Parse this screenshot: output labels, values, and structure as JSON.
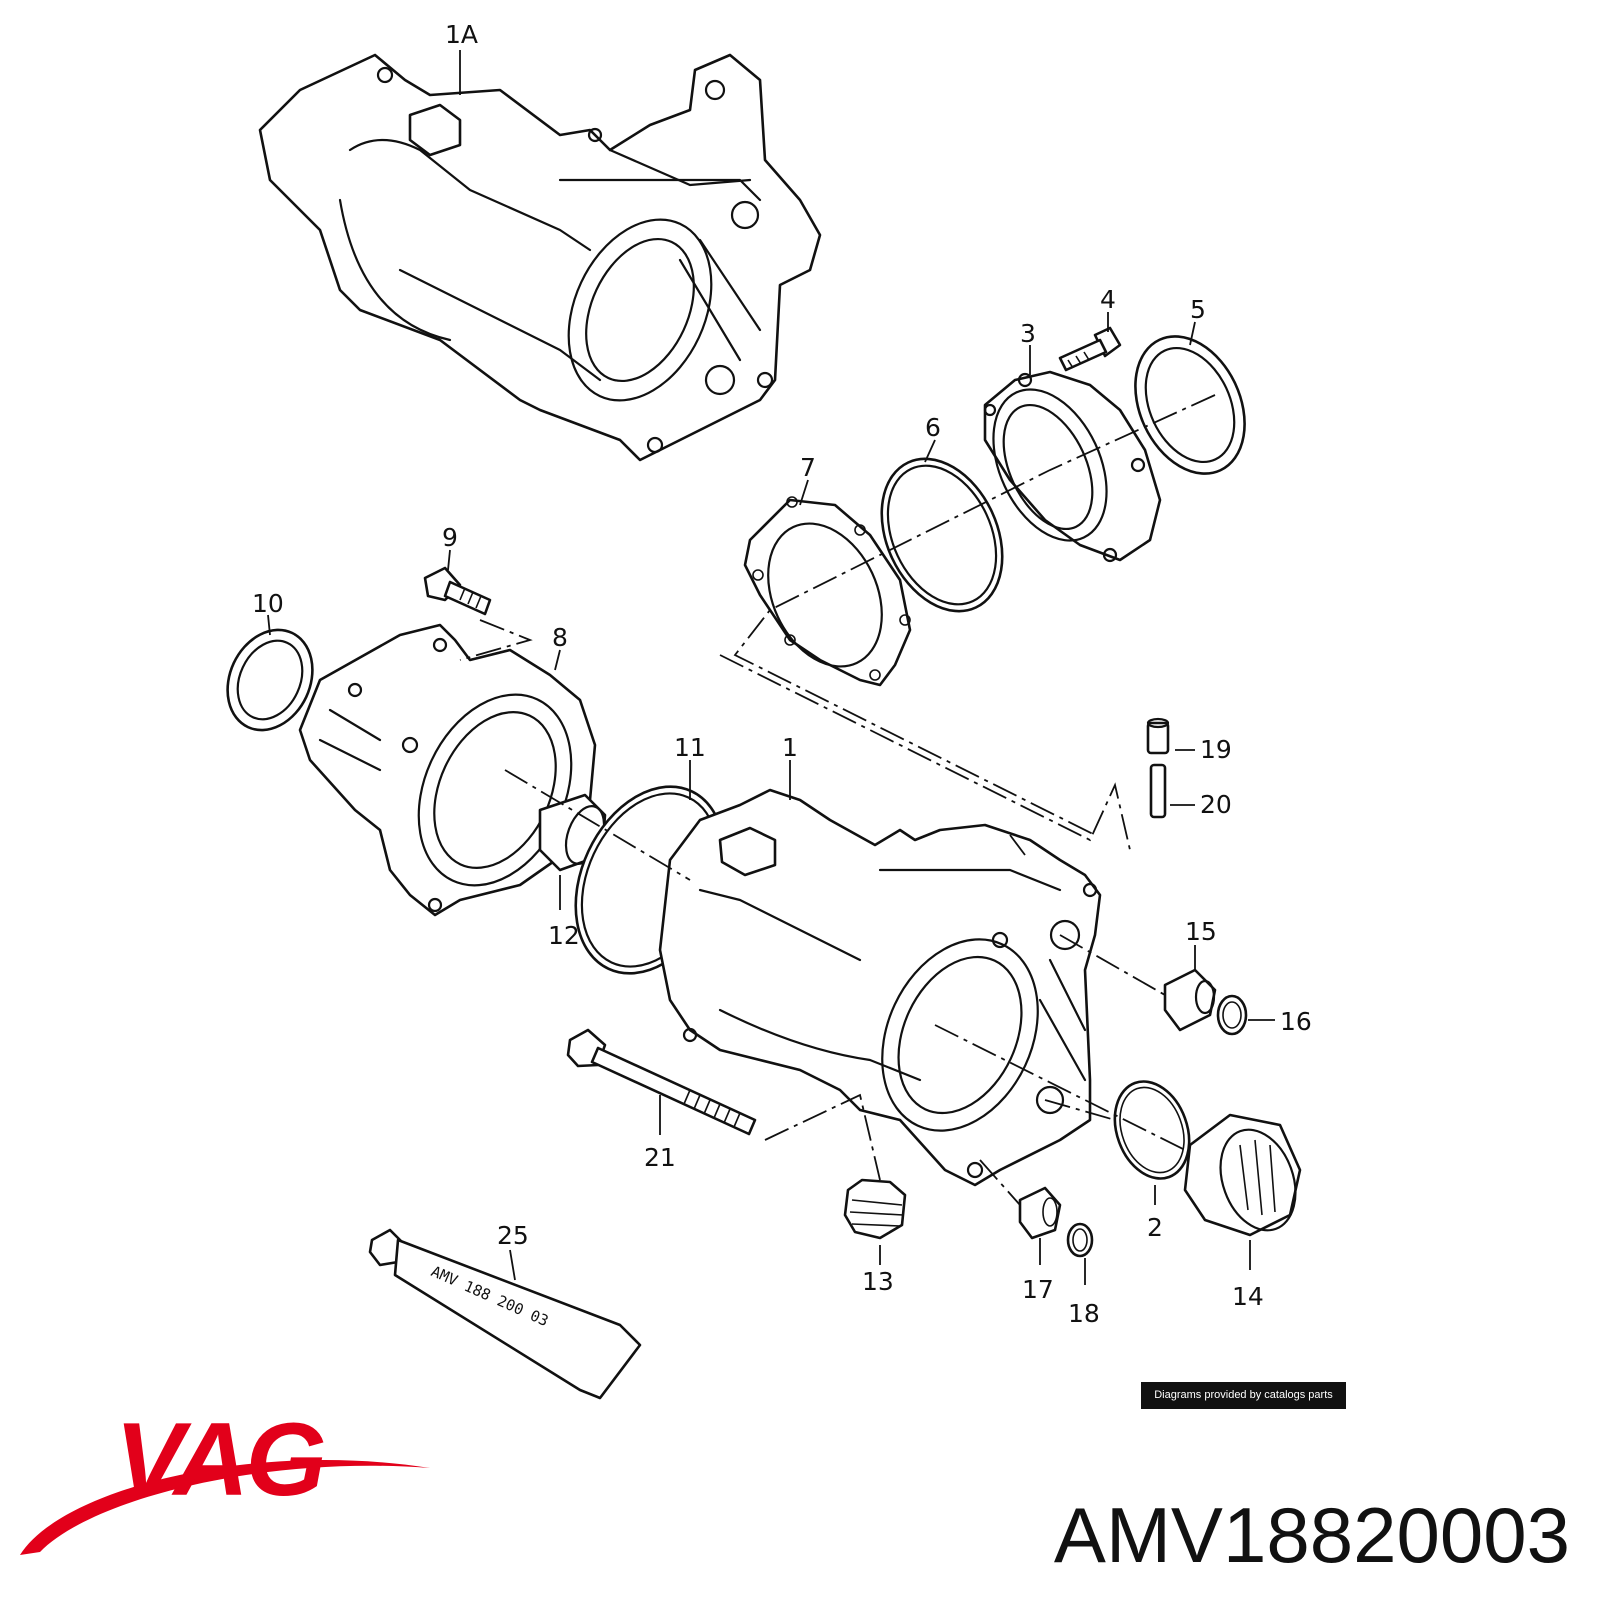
{
  "diagram": {
    "callouts": {
      "c1a": "1A",
      "c1": "1",
      "c2": "2",
      "c3": "3",
      "c4": "4",
      "c5": "5",
      "c6": "6",
      "c7": "7",
      "c8": "8",
      "c9": "9",
      "c10": "10",
      "c11": "11",
      "c12": "12",
      "c13": "13",
      "c14": "14",
      "c15": "15",
      "c16": "16",
      "c17": "17",
      "c18": "18",
      "c19": "19",
      "c20": "20",
      "c21": "21",
      "c25": "25"
    },
    "tube_label": "AMV 188 200 03"
  },
  "credit": "Diagrams provided by catalogs parts",
  "brand": {
    "name": "VAG",
    "color": "#e2001a"
  },
  "part_number": "AMV18820003"
}
